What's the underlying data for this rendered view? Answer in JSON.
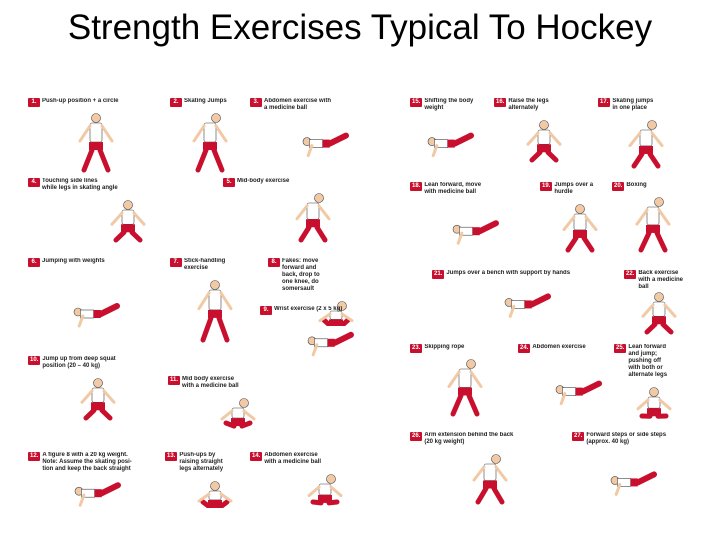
{
  "title": "Strength Exercises Typical To Hockey",
  "colors": {
    "shorts": "#c8102e",
    "skin": "#f1c9a5",
    "line": "#444444",
    "badge": "#c8102e"
  },
  "exercises": [
    {
      "num": "1.",
      "label": "Push-up position + a circle"
    },
    {
      "num": "2.",
      "label": "Skating Jumps"
    },
    {
      "num": "3.",
      "label": "Abdomen exercise with\na medicine ball"
    },
    {
      "num": "4.",
      "label": "Touching side lines\nwhile legs in skating angle"
    },
    {
      "num": "5.",
      "label": "Mid-body exercise"
    },
    {
      "num": "6.",
      "label": "Jumping with weights"
    },
    {
      "num": "7.",
      "label": "Stick-handling\nexercise"
    },
    {
      "num": "8.",
      "label": "Fakes: move\nforward and\nback, drop to\none knee, do\nsomersault"
    },
    {
      "num": "9.",
      "label": "Wrist exercise (2 x 5 kg)"
    },
    {
      "num": "10.",
      "label": "Jump up from deep squat\nposition (20 – 40 kg)"
    },
    {
      "num": "11.",
      "label": "Mid body exercise\nwith a medicine ball"
    },
    {
      "num": "12.",
      "label": "A figure 8 with a 20 kg weight.\nNote: Assume the skating posi-\ntion and keep the back straight"
    },
    {
      "num": "13.",
      "label": "Push-ups by\nraising straight\nlegs alternately"
    },
    {
      "num": "14.",
      "label": "Abdomen exercise\nwith a medicine ball"
    },
    {
      "num": "15.",
      "label": "Shifting the body\nweight"
    },
    {
      "num": "16.",
      "label": "Raise the legs\nalternately"
    },
    {
      "num": "17.",
      "label": "Skating jumps\nin one place"
    },
    {
      "num": "18.",
      "label": "Lean forward, move\nwith medicine ball"
    },
    {
      "num": "19.",
      "label": "Jumps over a\nhurdle"
    },
    {
      "num": "20.",
      "label": "Boxing"
    },
    {
      "num": "21.",
      "label": "Jumps over a bench with support by hands"
    },
    {
      "num": "22.",
      "label": "Back exercise\nwith a medicine ball"
    },
    {
      "num": "23.",
      "label": "Skipping rope"
    },
    {
      "num": "24.",
      "label": "Abdomen exercise"
    },
    {
      "num": "25.",
      "label": "Lean forward\nand jump;\npushing off\nwith both or\nalternate legs"
    },
    {
      "num": "26.",
      "label": "Arm extension behind the back\n(20 kg weight)"
    },
    {
      "num": "27.",
      "label": "Forward steps or side steps\n(approx. 40 kg)"
    }
  ]
}
